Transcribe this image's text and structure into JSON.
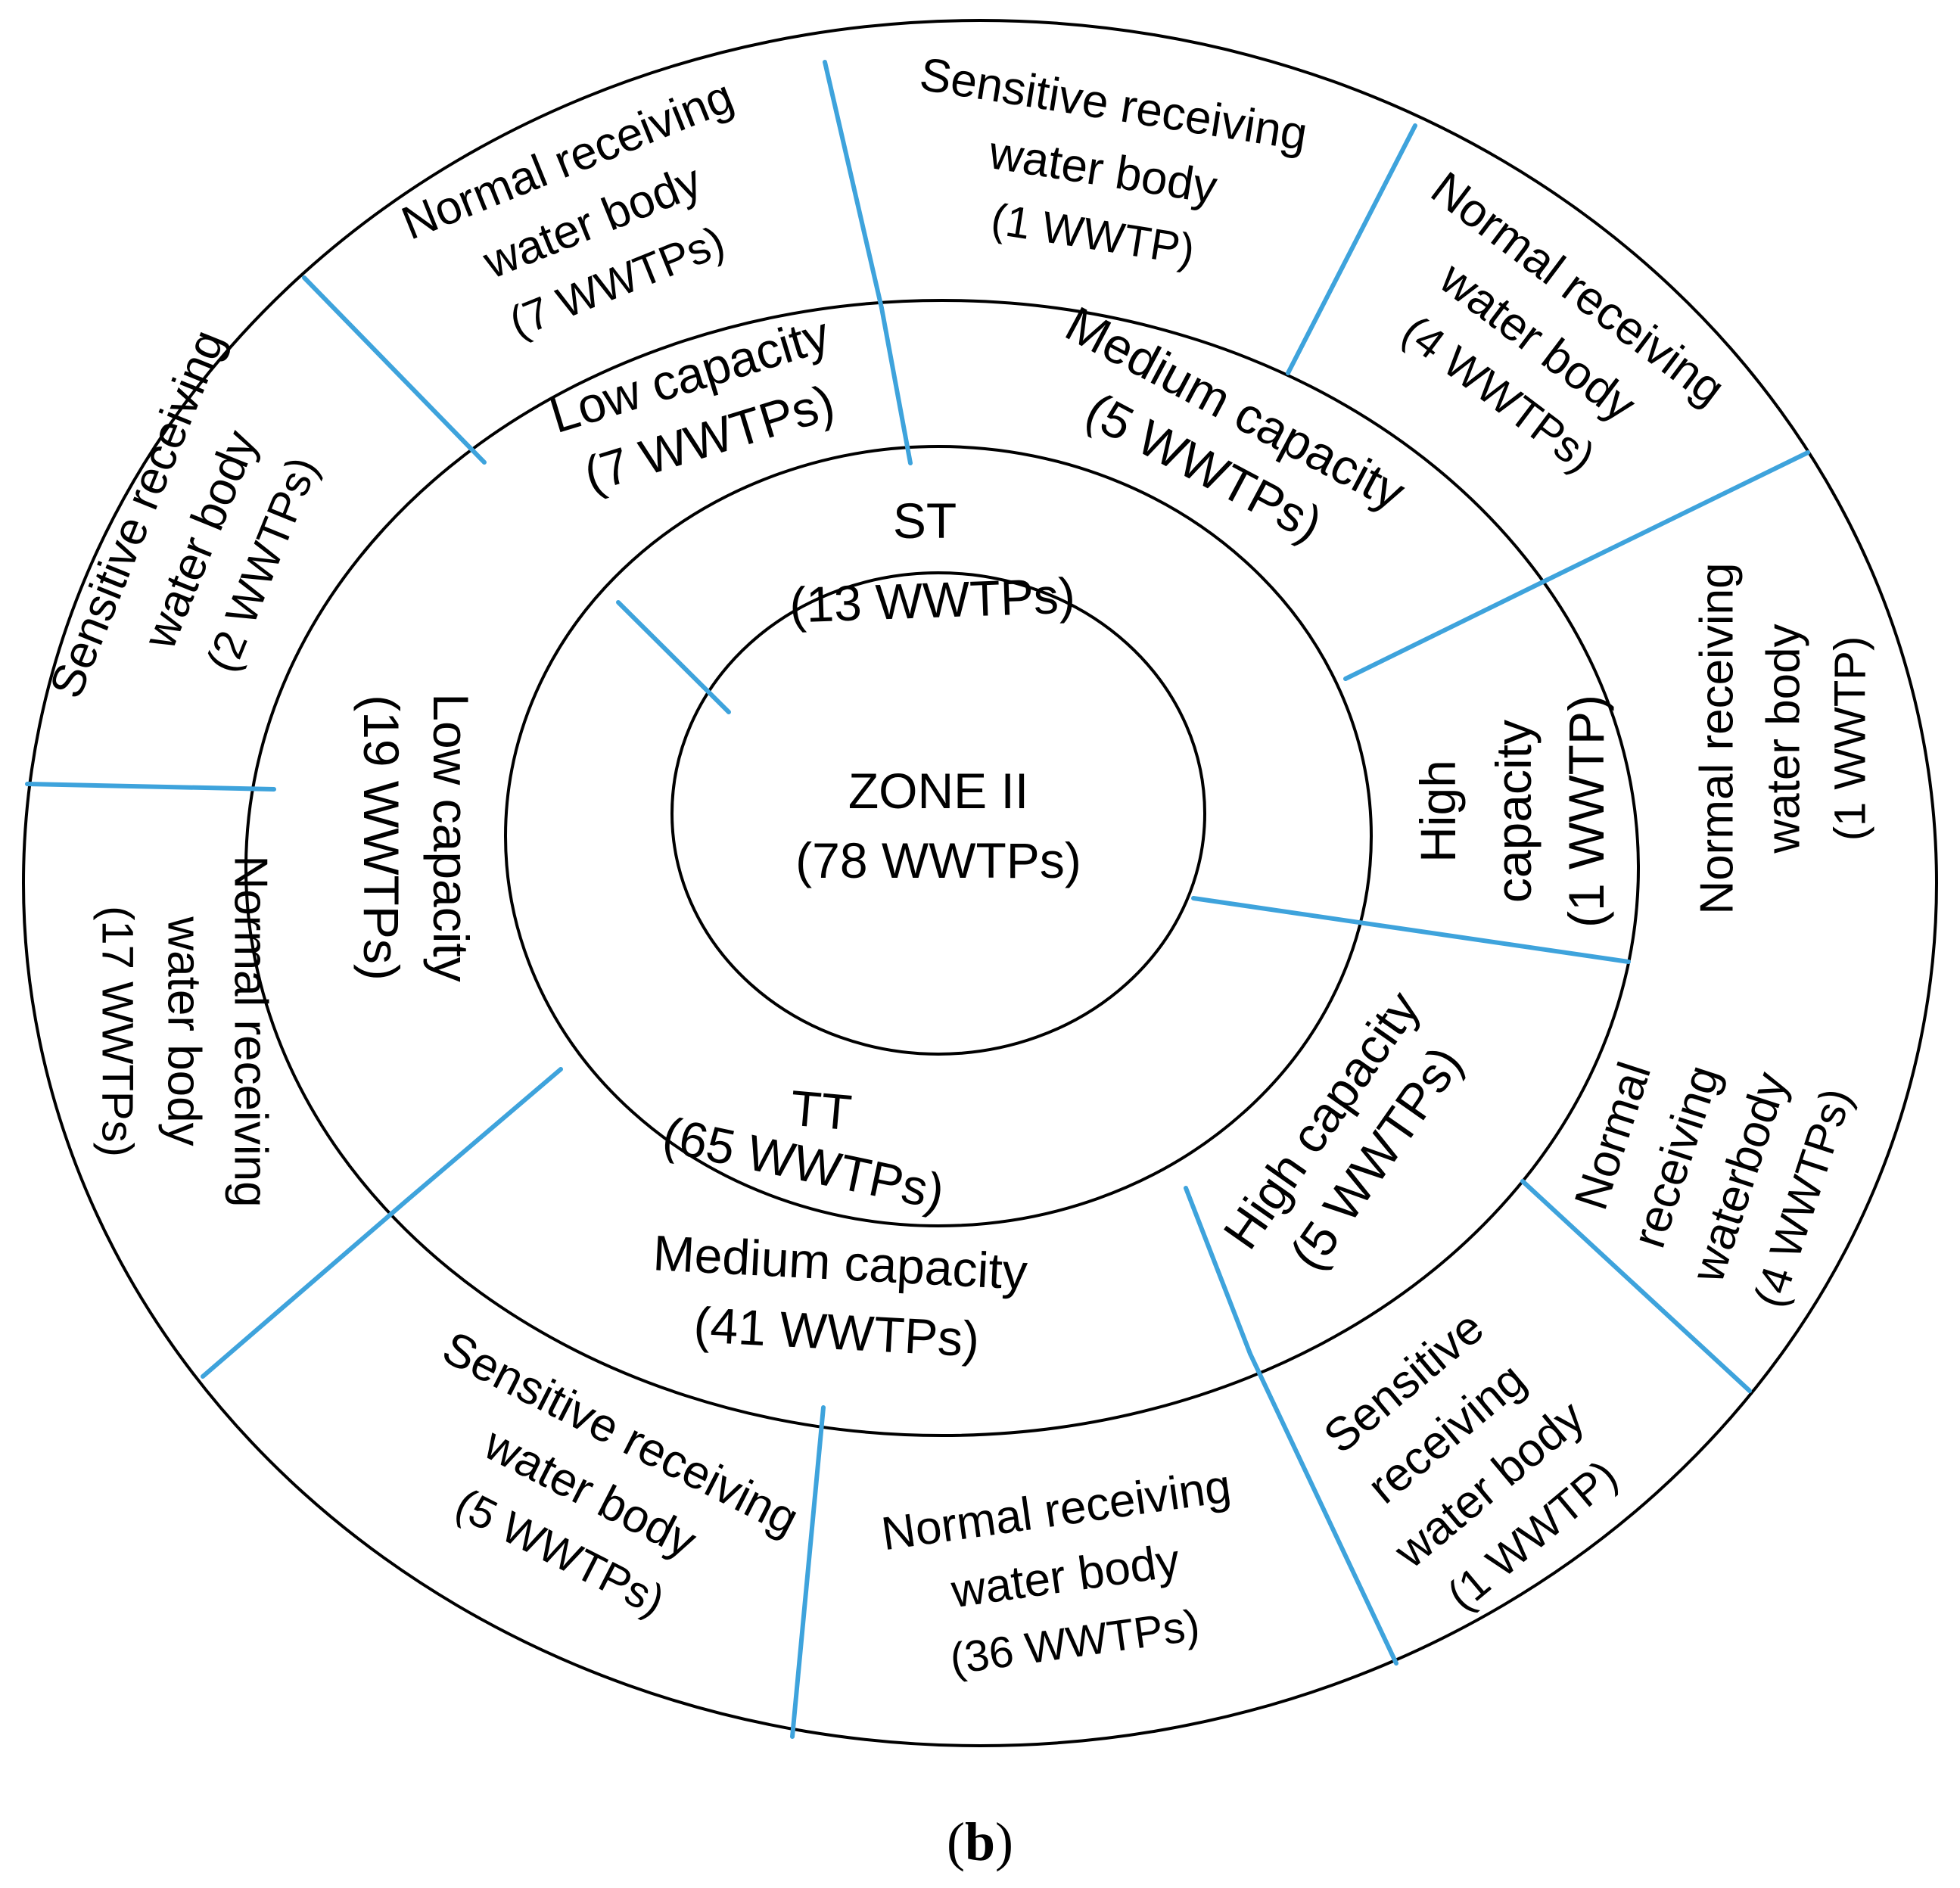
{
  "center": {
    "title": "ZONE II",
    "count": "(78 WWTPs)"
  },
  "treatment": {
    "st": {
      "name": "ST",
      "count": "(13 WWTPs)"
    },
    "tt": {
      "name": "TT",
      "count": "(65 WWTPs)"
    }
  },
  "capacity": {
    "st_low": {
      "name": "Low capacity",
      "count": "(7 WWTPs)"
    },
    "st_medium": {
      "name": "Medium capacity",
      "count": "(5 WWTPs)"
    },
    "st_high": {
      "line1": "High",
      "line2": "capacity",
      "count": "(1 WWTP)"
    },
    "tt_low": {
      "name": "Low capacity",
      "count": "(19 WWTPs)"
    },
    "tt_medium": {
      "name": "Medium capacity",
      "count": "(41 WWTPs)"
    },
    "tt_high": {
      "name": "High capacity",
      "count": "(5 WWTPs)"
    }
  },
  "water_body": {
    "st_low_normal": {
      "line1": "Normal receiving",
      "line2": "water body",
      "count": "(7 WWTPs)"
    },
    "st_medium_sensitive": {
      "line1": "Sensitive receiving",
      "line2": "water body",
      "count": "(1 WWTP)"
    },
    "st_medium_normal": {
      "line1": "Normal receiving",
      "line2": "water body",
      "count": "(4 WWTPs)"
    },
    "st_high_normal": {
      "line1": "Normal receiving",
      "line2": "water body",
      "count": "(1 WWTP)"
    },
    "tt_low_sensitive": {
      "line1": "Sensitive receiving",
      "line2": "water body",
      "count": "(2 WWTPs)"
    },
    "tt_low_normal": {
      "line1": "Normal receiving",
      "line2": "water body",
      "count": "(17 WWTPs)"
    },
    "tt_medium_sensitive": {
      "line1": "Sensitive receiving",
      "line2": "water body",
      "count": "(5 WWTPs)"
    },
    "tt_medium_normal": {
      "line1": "Normal receiving",
      "line2": "water body",
      "count": "(36 WWTPs)"
    },
    "tt_high_sensitive": {
      "line1": "Sensitive",
      "line2": "receiving",
      "line3": "water body",
      "count": "(1 WWTP)"
    },
    "tt_high_normal": {
      "line1": "Normal",
      "line2": "receiving",
      "line3": "waterbody",
      "count": "(4 WWTPs)"
    }
  },
  "caption": {
    "open": "(",
    "letter": "b",
    "close": ")"
  },
  "colors": {
    "ring": "#000000",
    "divider": "#3ea3dc"
  }
}
